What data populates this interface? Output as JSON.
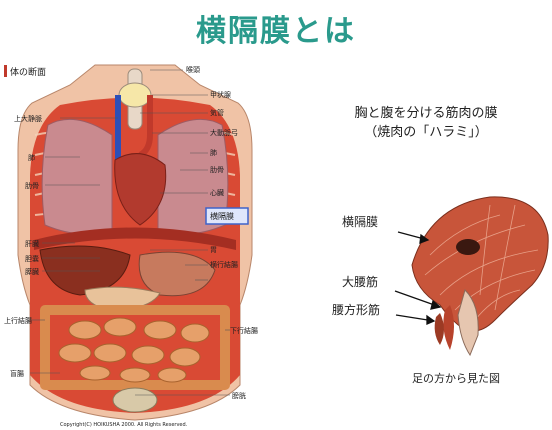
{
  "title": "横隔膜とは",
  "left_figure": {
    "header": "体の断面",
    "labels": {
      "throat": "喉頭",
      "thyroid": "甲状腺",
      "svc": "上大静脈",
      "trachea": "気管",
      "aorta": "大動脈弓",
      "lung_left": "肺",
      "lung_right": "肺",
      "rib_left": "肋骨",
      "rib_right": "肋骨",
      "heart": "心臓",
      "diaphragm": "横隔膜",
      "liver": "肝臓",
      "gallbladder": "胆嚢",
      "stomach": "胃",
      "pancreas": "膵臓",
      "transverse_colon": "横行結腸",
      "ascending_colon": "上行結腸",
      "descending_colon": "下行結腸",
      "cecum": "盲腸",
      "bladder": "膀胱"
    },
    "copyright": "Copyright(C) HOIKUSHA 2000. All Rights Reserved."
  },
  "right_panel": {
    "description_line1": "胸と腹を分ける筋肉の膜",
    "description_line2": "（焼肉の「ハラミ」）",
    "labels": {
      "diaphragm": "横隔膜",
      "psoas_major": "大腰筋",
      "quadratus_lumborum": "腰方形筋"
    },
    "caption": "足の方から見た図"
  },
  "colors": {
    "title": "#2a9a8c",
    "muscle": "#c8553a",
    "lung": "#c98a8f",
    "highlight_box": "#3f63c9"
  }
}
